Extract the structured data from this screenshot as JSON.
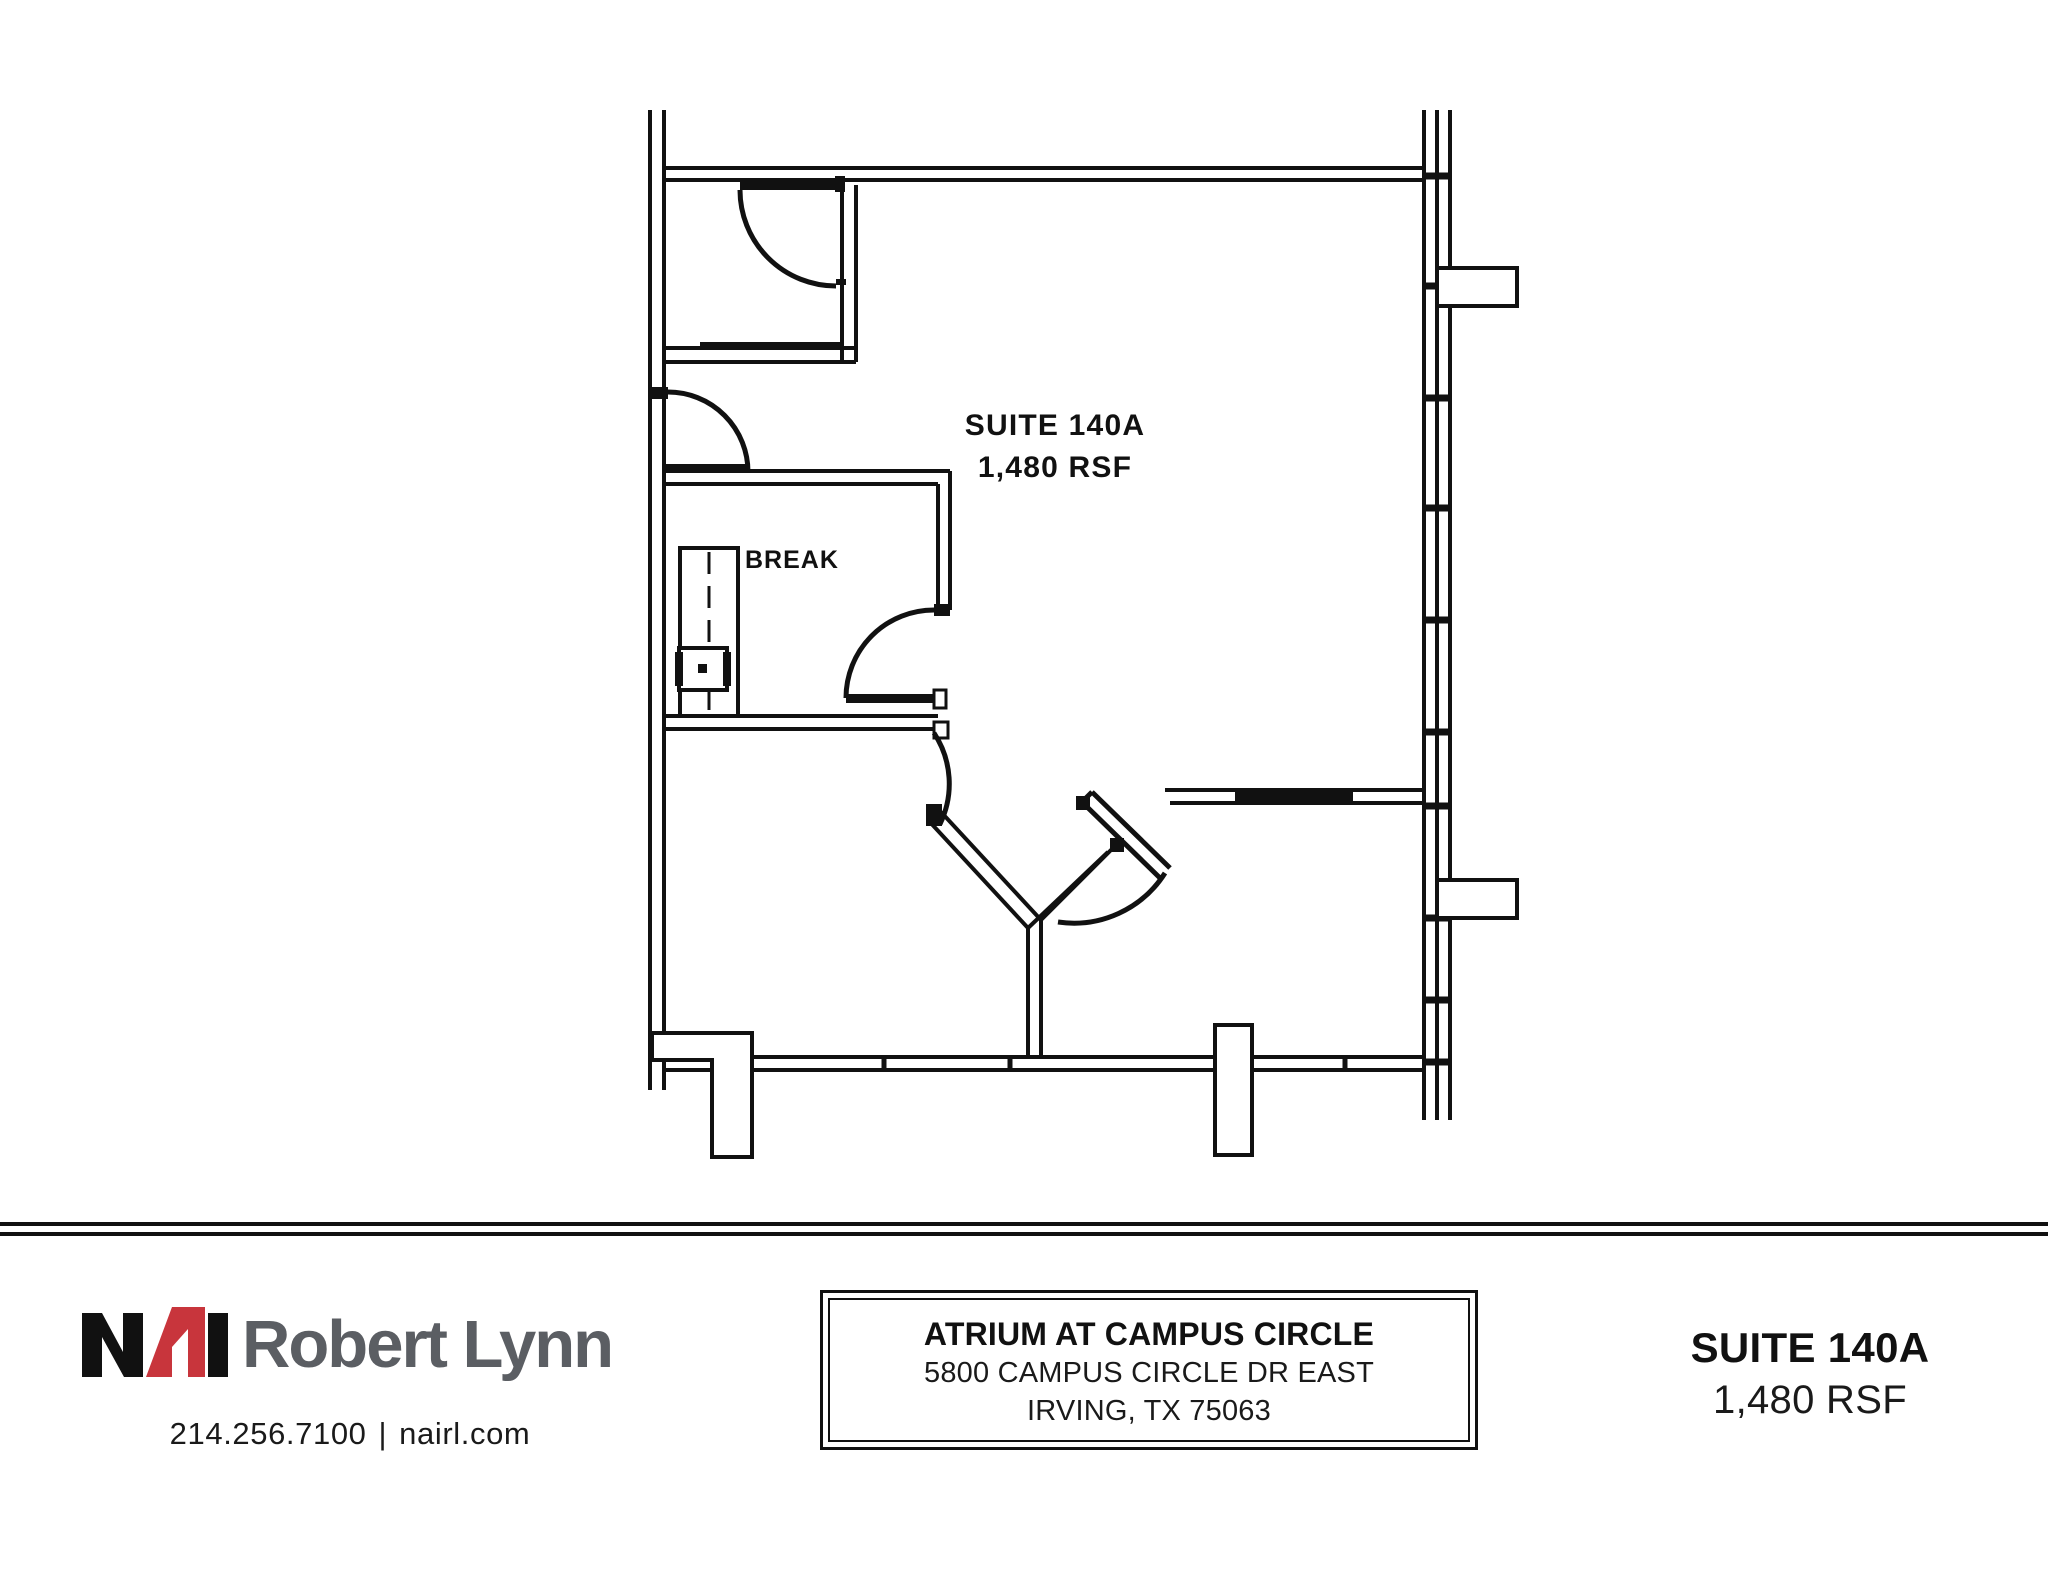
{
  "document": {
    "type": "floor-plan-flyer",
    "background_color": "#ffffff",
    "line_color": "#111111"
  },
  "plan": {
    "suite_label_line1": "SUITE 140A",
    "suite_label_line2": "1,480 RSF",
    "rooms": [
      {
        "name": "BREAK",
        "label": "BREAK"
      }
    ],
    "features": {
      "doors": 5,
      "windows_right_wall": 6,
      "columns": 2,
      "closet": 1,
      "counter_with_sink": 1
    }
  },
  "footer": {
    "brand": {
      "mark_text": "NAI",
      "mark_colors": {
        "letters": "#111111",
        "accent": "#c8353c"
      },
      "wordmark": "Robert Lynn",
      "wordmark_color": "#5b5e63",
      "phone": "214.256.7100",
      "separator": "|",
      "website": "nairl.com"
    },
    "address_plaque": {
      "title": "ATRIUM AT CAMPUS CIRCLE",
      "street": "5800 CAMPUS CIRCLE DR EAST",
      "city_state_zip": "IRVING, TX 75063"
    },
    "suite_summary": {
      "title": "SUITE 140A",
      "subtitle": "1,480 RSF"
    }
  }
}
